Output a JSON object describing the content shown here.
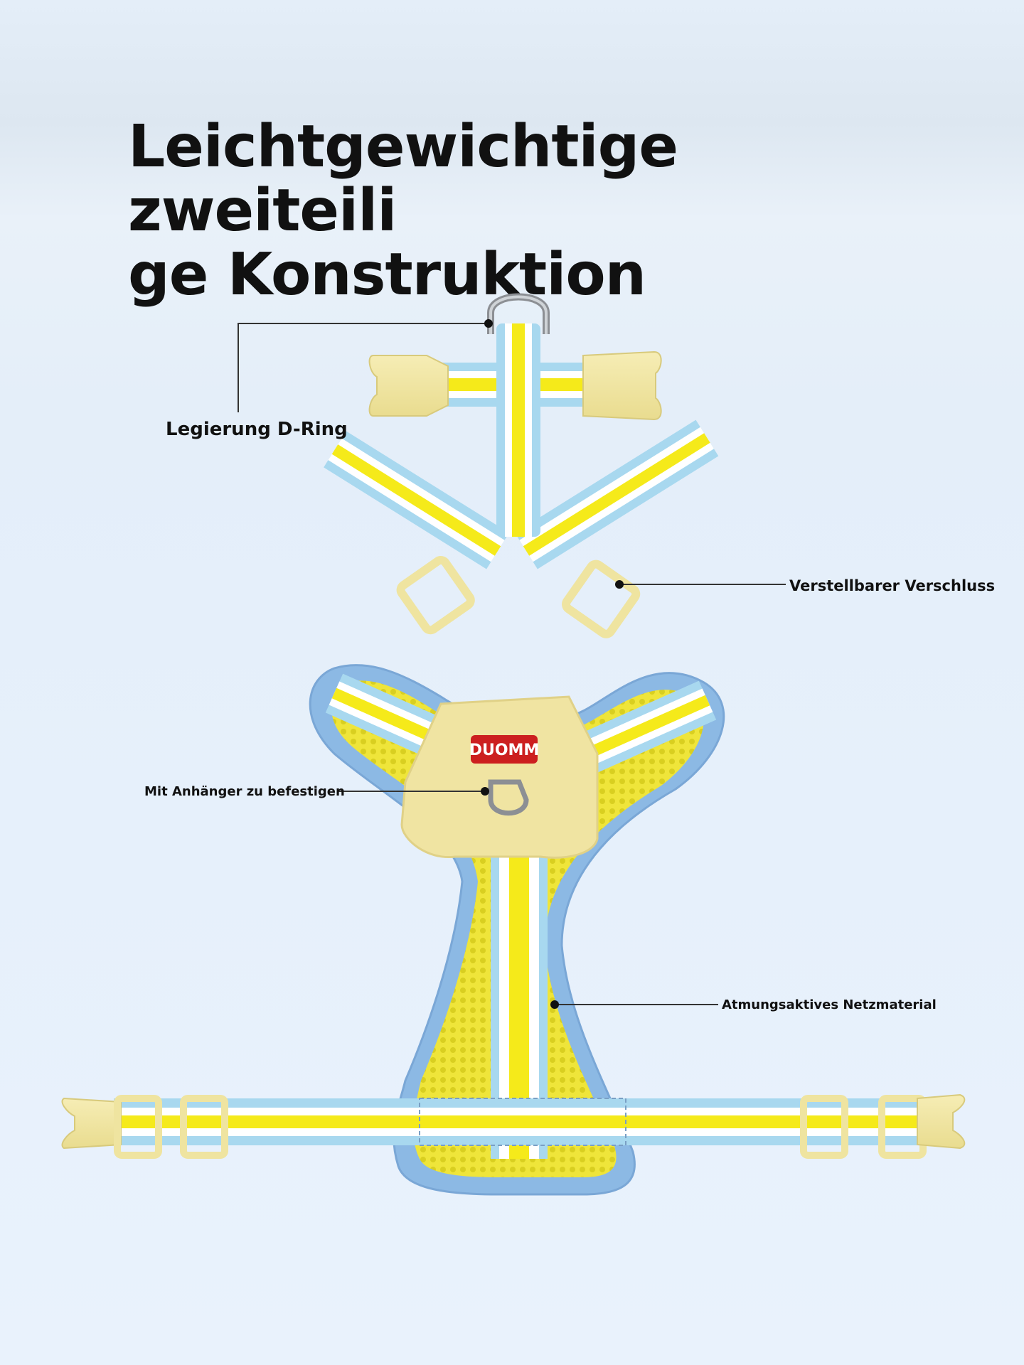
{
  "title": "Leichtgewichtige zweiteili\nge Konstruktion",
  "brand_tag": "DUOMM",
  "callouts": {
    "d_ring": "Legierung D-Ring",
    "buckle": "Verstellbarer Verschluss",
    "tag": "Mit Anhänger zu befestigen",
    "mesh": "Atmungsaktives Netzmaterial"
  },
  "colors": {
    "background": "#e6f0fa",
    "strap_blue": "#a8d8ef",
    "strap_yellow": "#f5ea1a",
    "strap_white": "#ffffff",
    "mesh_yellow": "#f3ea3a",
    "body_blue": "#8cb9e4",
    "buckle_cream": "#f2e7a5",
    "tag_red": "#cc1f1f"
  }
}
